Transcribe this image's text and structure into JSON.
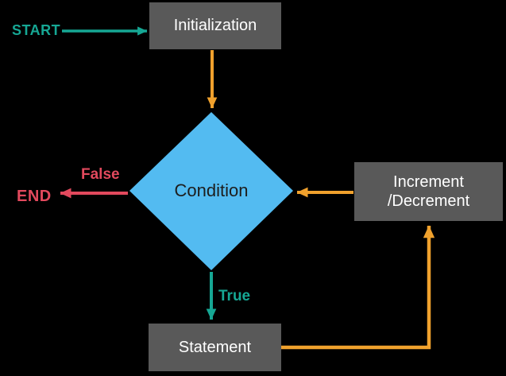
{
  "diagram": {
    "type": "flowchart",
    "nodes": {
      "start": {
        "label": "START"
      },
      "initialization": {
        "label": "Initialization"
      },
      "condition": {
        "label": "Condition"
      },
      "end_node": {
        "label": "END"
      },
      "increment_decrement": {
        "label_line1": "Increment",
        "label_line2": "/Decrement"
      },
      "statement": {
        "label": "Statement"
      }
    },
    "edge_labels": {
      "false": "False",
      "true": "True"
    },
    "colors": {
      "background": "#000000",
      "process_box": "#595959",
      "box_text": "#ffffff",
      "diamond_fill": "#53BBF1",
      "diamond_text": "#1d1d1d",
      "teal_accent": "#16A794",
      "orange_accent": "#F0A12D",
      "red_accent": "#E2495D"
    }
  }
}
